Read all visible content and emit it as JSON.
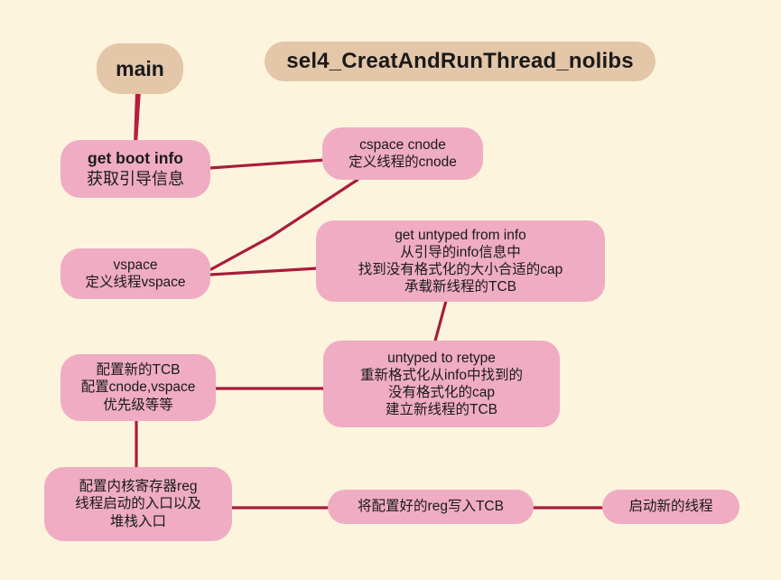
{
  "diagram": {
    "background_color": "#fdf4dd",
    "node_color": "#efacc3",
    "root_color": "#e4c6a8",
    "edge_color": "#a81c3c",
    "title": "sel4_CreatAndRunThread_nolibs",
    "root": "main",
    "nodes": {
      "boot_info": {
        "line1": "get boot info",
        "line2": "获取引导信息"
      },
      "cspace_cnode": {
        "line1": "cspace cnode",
        "line2": "定义线程的cnode"
      },
      "vspace": {
        "line1": "vspace",
        "line2": "定义线程vspace"
      },
      "get_untyped": {
        "line1": "get untyped from info",
        "line2": "从引导的info信息中",
        "line3": "找到没有格式化的大小合适的cap",
        "line4": "承载新线程的TCB"
      },
      "untyped_to_retype": {
        "line1": "untyped to retype",
        "line2": "重新格式化从info中找到的",
        "line3": "没有格式化的cap",
        "line4": "建立新线程的TCB"
      },
      "config_tcb": {
        "line1": "配置新的TCB",
        "line2": "配置cnode,vspace",
        "line3": "优先级等等"
      },
      "config_reg": {
        "line1": "配置内核寄存器reg",
        "line2": "线程启动的入口以及",
        "line3": "堆栈入口"
      },
      "write_reg_tcb": {
        "line1": "将配置好的reg写入TCB"
      },
      "start_thread": {
        "line1": "启动新的线程"
      }
    },
    "edges": [
      {
        "from": "main",
        "to": "boot_info"
      },
      {
        "from": "boot_info",
        "to": "cspace_cnode"
      },
      {
        "from": "cspace_cnode",
        "to": "vspace"
      },
      {
        "from": "vspace",
        "to": "get_untyped"
      },
      {
        "from": "get_untyped",
        "to": "untyped_to_retype"
      },
      {
        "from": "untyped_to_retype",
        "to": "config_tcb"
      },
      {
        "from": "config_tcb",
        "to": "config_reg"
      },
      {
        "from": "config_reg",
        "to": "write_reg_tcb"
      },
      {
        "from": "write_reg_tcb",
        "to": "start_thread"
      }
    ]
  }
}
